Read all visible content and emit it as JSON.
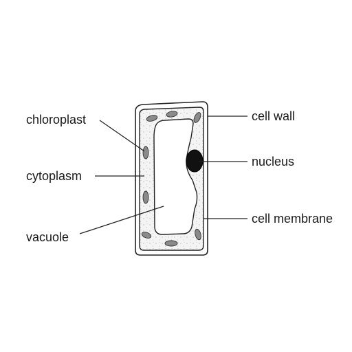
{
  "labels": {
    "chloroplast": "chloroplast",
    "cytoplasm": "cytoplasm",
    "vacuole": "vacuole",
    "cell_wall": "cell wall",
    "nucleus": "nucleus",
    "cell_membrane": "cell membrane"
  },
  "colors": {
    "line": "#222222",
    "chloroplast_fill": "#8a8a8a",
    "nucleus_fill": "#111111",
    "cytoplasm_fill": "#f2f2f2",
    "wall_fill": "#ffffff"
  }
}
